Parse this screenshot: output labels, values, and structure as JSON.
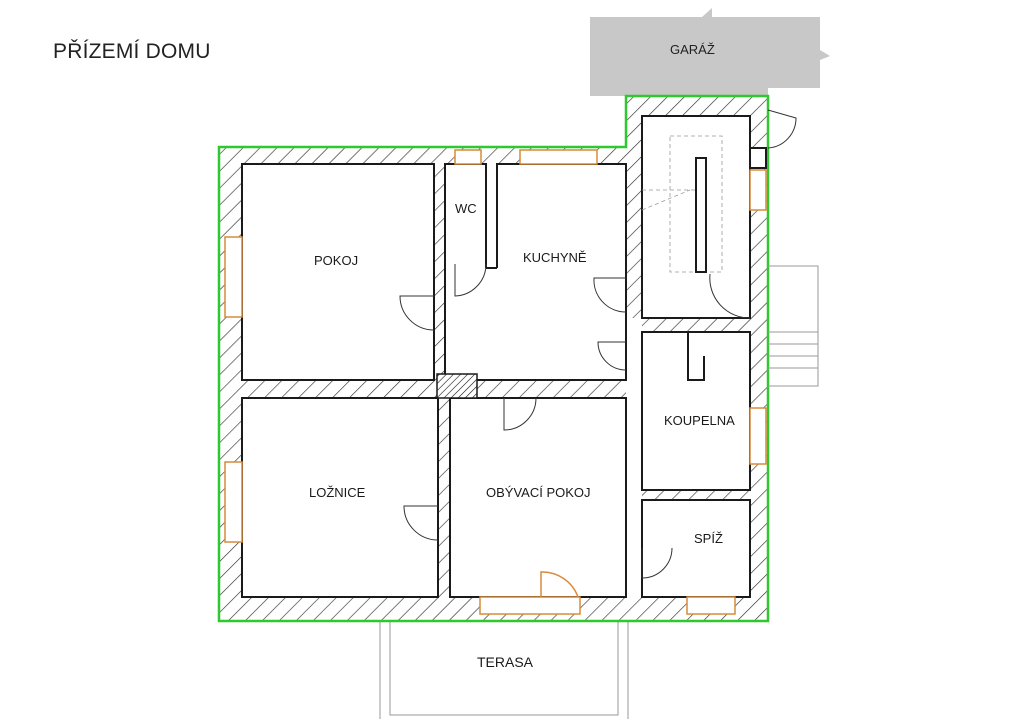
{
  "title": "PŘÍZEMÍ DOMU",
  "colors": {
    "outline": "#2fc82f",
    "wall": "#1a1a1a",
    "hatch": "#333333",
    "window": "#d98a3a",
    "garage_fill": "#c8c8c8",
    "terrace_line": "#9a9a9a"
  },
  "rooms": {
    "garage": "GARÁŽ",
    "room": "POKOJ",
    "wc": "WC",
    "kitchen": "KUCHYNĚ",
    "bedroom": "LOŽNICE",
    "living": "OBÝVACÍ POKOJ",
    "bathroom": "KOUPELNA",
    "pantry": "SPÍŽ",
    "terrace": "TERASA"
  }
}
